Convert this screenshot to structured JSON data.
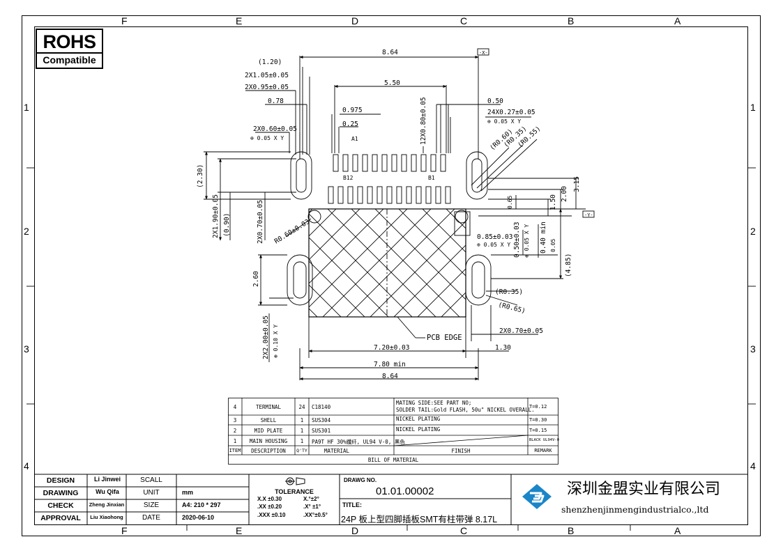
{
  "zones_top": [
    "F",
    "E",
    "D",
    "C",
    "B",
    "A"
  ],
  "zones_side": [
    "1",
    "2",
    "3",
    "4"
  ],
  "rohs": {
    "title": "ROHS",
    "subtitle": "Compatible"
  },
  "dims": {
    "d864": "8.64",
    "d120": "(1.20)",
    "d2x105": "2X1.05±0.05",
    "d2x095": "2X0.95±0.05",
    "d078": "0.78",
    "d550": "5.50",
    "d0975": "0.975",
    "d025": "0.25",
    "d050": "0.50",
    "d24x027": "24X0.27±0.05",
    "tol005xy": "⊕ 0.05 X Y",
    "d2x060": "2X0.60±0.05",
    "tol005xy2": "⊕ 0.05 X Y",
    "d12x080": "12X0.80±0.05",
    "a1": "A1",
    "b12": "B12",
    "b1": "B1",
    "r060": "(R0.60)",
    "r035": "(R0.35)",
    "r055": "(R0.55)",
    "d230": "(2.30)",
    "d2x190": "2X1.90±0.05",
    "d090": "(0.90)",
    "d2x070": "2X0.70±0.05",
    "r060b": "R0.60±0.03",
    "d315": "3.15",
    "d200": "2.00",
    "d150": "1.50",
    "x": "-X-",
    "y": "-Y-",
    "d065": "0.65",
    "d085": "0.85±0.03",
    "tol005xy3": "⊕ 0.05 X Y",
    "d050b": "0.50±0.03",
    "tol005xy4": "⊕ 0.05 X Y",
    "d040min": "0.40 min",
    "d005": "0.05",
    "d485": "(4.85)",
    "d260": "2.60",
    "r035b": "(R0.35)",
    "r065": "(R0.65)",
    "d2x070b": "2X0.70±0.05",
    "pcbedge": "PCB EDGE",
    "d2x200": "2X2.00±0.05",
    "tol010xy": "⊕ 0.10 X Y",
    "d720": "7.20±0.03",
    "d130": "1.30",
    "d780": "7.80 min",
    "d864b": "8.64"
  },
  "bom": {
    "rows": [
      {
        "item": "4",
        "desc": "TERMINAL",
        "qty": "24",
        "material": "C18140",
        "finish": "MATING SIDE:SEE PART  NO;",
        "finish2": "SOLDER TAIL:Gold FLASH, 50u\" NICKEL OVERALL.",
        "remark": "T=0.12"
      },
      {
        "item": "3",
        "desc": "SHELL",
        "qty": "1",
        "material": "SUS304",
        "finish": "NICKEL PLATING",
        "finish2": "",
        "remark": "T=0.30"
      },
      {
        "item": "2",
        "desc": "MID PLATE",
        "qty": "1",
        "material": "SUS301",
        "finish": "NICKEL PLATING",
        "finish2": "",
        "remark": "T=0.15"
      },
      {
        "item": "1",
        "desc": "MAIN HOUSING",
        "qty": "1",
        "material": "PA9T  HF  30%纖纤, UL94  V-0, 黑色",
        "finish": "",
        "finish2": "",
        "remark": "BLACK UL94V-0"
      }
    ],
    "header": {
      "item": "ITEM",
      "desc": "DESCRIPTION",
      "qty": "Q'TY",
      "material": "MATERIAL",
      "finish": "FINISH",
      "remark": "REMARK"
    },
    "footer": "BILL OF MATERIAL"
  },
  "titleblock": {
    "design_label": "DESIGN",
    "design_name": "Li Jinwei",
    "scale_label": "SCALL",
    "drawing_label": "DRAWING",
    "drawing_name": "Wu Qifa",
    "unit_label": "UNIT",
    "unit_value": "mm",
    "check_label": "CHECK",
    "check_name": "Zheng Jinxian",
    "size_label": "SIZE",
    "size_value": "A4: 210 * 297",
    "approval_label": "APPROVAL",
    "approval_name": "Liu Xiaohong",
    "date_label": "DATE",
    "date_value": "2020-06-10",
    "tolerance_label": "TOLERANCE",
    "tol_rows": [
      [
        "X.X  ±0.30",
        "X.°±2°"
      ],
      [
        ".XX  ±0.20",
        ".X° ±1°"
      ],
      [
        ".XXX  ±0.10",
        ".XX°±0.5°"
      ]
    ],
    "drawno_label": "DRAWG NO.",
    "drawno_value": "01.01.00002",
    "title_label": "TITLE:",
    "title_value": "24P 板上型四脚插板SMT有柱带弹 8.17L",
    "company_cn": "深圳金盟实业有限公司",
    "company_en": "shenzhenjinmengindustrialco.,ltd",
    "logo_color": "#1a86c8"
  }
}
